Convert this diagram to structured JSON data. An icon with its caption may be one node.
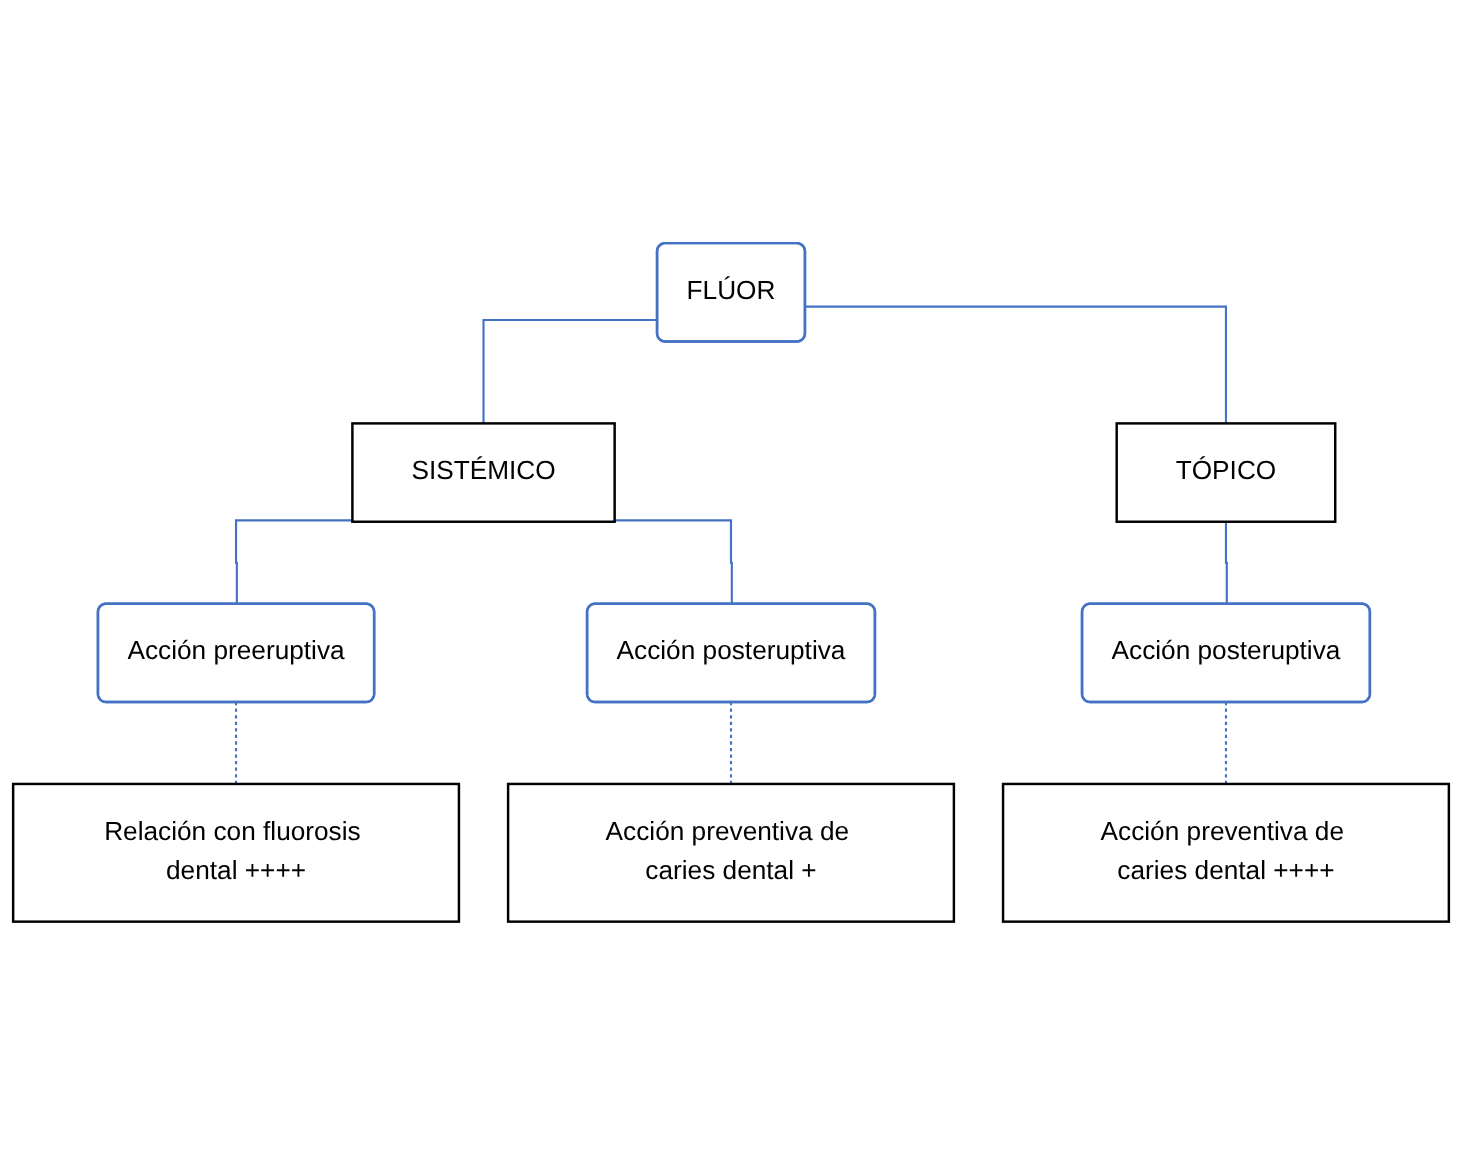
{
  "diagram": {
    "nodes": [
      {
        "text": [
          "FLÚOR"
        ]
      },
      {
        "text": [
          "SISTÉMICO"
        ]
      },
      {
        "text": [
          "TÓPICO"
        ]
      },
      {
        "text": [
          "Acción preeruptiva"
        ]
      },
      {
        "text": [
          "Acción posteruptiva"
        ]
      },
      {
        "text": [
          "Acción posteruptiva"
        ]
      },
      {
        "text": [
          "Relación con fluorosis dental ++++"
        ]
      },
      {
        "text": [
          "Acción preventiva de caries dental +"
        ]
      },
      {
        "text": [
          "Acción preventiva de caries dental ++++"
        ]
      }
    ],
    "edges": [
      {
        "from": 0,
        "to": 1,
        "arrow": "none"
      },
      {
        "from": 0,
        "to": 2,
        "arrow": "none"
      },
      {
        "from": 1,
        "to": 3,
        "arrow": "none"
      },
      {
        "from": 1,
        "to": 4,
        "arrow": "none"
      },
      {
        "from": 2,
        "to": 5,
        "arrow": "none"
      },
      {
        "from": 3,
        "to": 6,
        "arrow": "none",
        "style": "dashed"
      },
      {
        "from": 4,
        "to": 7,
        "arrow": "none",
        "style": "dashed"
      },
      {
        "from": 5,
        "to": 8,
        "arrow": "none",
        "style": "dashed"
      }
    ]
  }
}
